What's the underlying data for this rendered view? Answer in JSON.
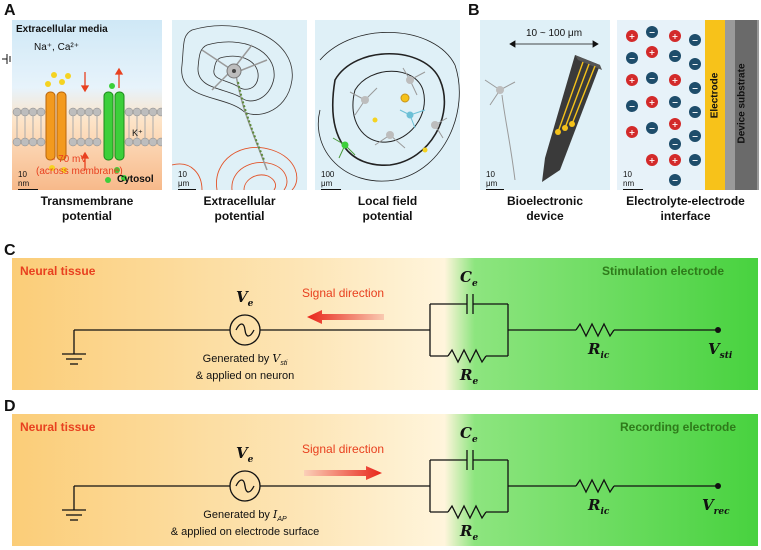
{
  "panels": {
    "A": "A",
    "B": "B",
    "C": "C",
    "D": "D"
  },
  "panel_a": {
    "membrane": {
      "top_label": "Extracellular media",
      "ions_top": "Na⁺, Ca²⁺",
      "ion_k": "K⁺",
      "voltage": "- 70 mV",
      "voltage_note": "(across membrane)",
      "bottom_label": "Cytosol",
      "scale": "10 nm",
      "caption_line1": "Transmembrane",
      "caption_line2": "potential"
    },
    "extracellular": {
      "scale": "10 μm",
      "caption_line1": "Extracellular",
      "caption_line2": "potential"
    },
    "lfp": {
      "scale": "100 μm",
      "caption_line1": "Local field",
      "caption_line2": "potential"
    }
  },
  "panel_b": {
    "device": {
      "dimension": "10 ~ 100 μm",
      "scale": "10 μm",
      "caption_line1": "Bioelectronic",
      "caption_line2": "device"
    },
    "interface": {
      "electrode_label": "Electrode",
      "substrate_label": "Device substrate",
      "scale": "10 nm",
      "caption_line1": "Electrolyte-electrode",
      "caption_line2": "interface"
    }
  },
  "circuit_c": {
    "left_label": "Neural tissue",
    "right_label": "Stimulation electrode",
    "signal": "Signal direction",
    "source_sym": "V",
    "source_sub": "e",
    "gen_prefix": "Generated by ",
    "gen_sym": "V",
    "gen_sub": "sti",
    "gen_line2": "& applied on neuron",
    "cap_sym": "C",
    "cap_sub": "e",
    "res_sym": "R",
    "res_sub": "e",
    "ric_sym": "R",
    "ric_sub": "ic",
    "term_sym": "V",
    "term_sub": "sti"
  },
  "circuit_d": {
    "left_label": "Neural tissue",
    "right_label": "Recording electrode",
    "signal": "Signal direction",
    "source_sym": "V",
    "source_sub": "e",
    "gen_prefix": "Generated by ",
    "gen_sym": "I",
    "gen_sub": "AP",
    "gen_line2": "& applied on electrode surface",
    "cap_sym": "C",
    "cap_sub": "e",
    "res_sym": "R",
    "res_sub": "e",
    "ric_sym": "R",
    "ric_sub": "ic",
    "term_sym": "V",
    "term_sub": "rec"
  },
  "colors": {
    "tissue_orange": "#fbd48a",
    "electrode_green": "#3ecf3a",
    "accent_red": "#e8401f",
    "label_green": "#2e7a1a",
    "electrode_gold": "#f7c21a"
  }
}
